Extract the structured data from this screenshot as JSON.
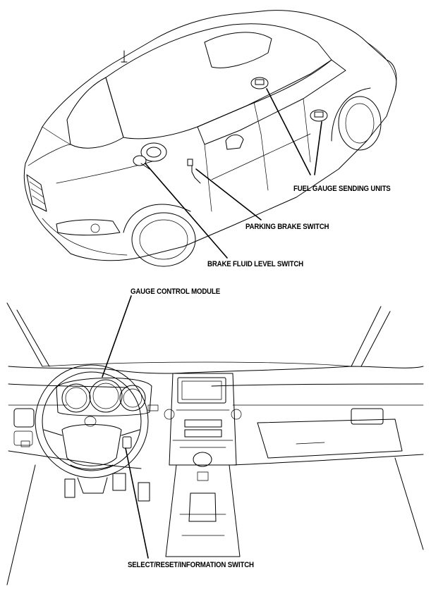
{
  "labels": {
    "fuel_gauge_sending_units": "FUEL GAUGE SENDING UNITS",
    "parking_brake_switch": "PARKING BRAKE SWITCH",
    "brake_fluid_level_switch": "BRAKE FLUID LEVEL SWITCH",
    "gauge_control_module": "GAUGE CONTROL MODULE",
    "select_reset_information_switch": "SELECT/RESET/INFORMATION SWITCH"
  }
}
